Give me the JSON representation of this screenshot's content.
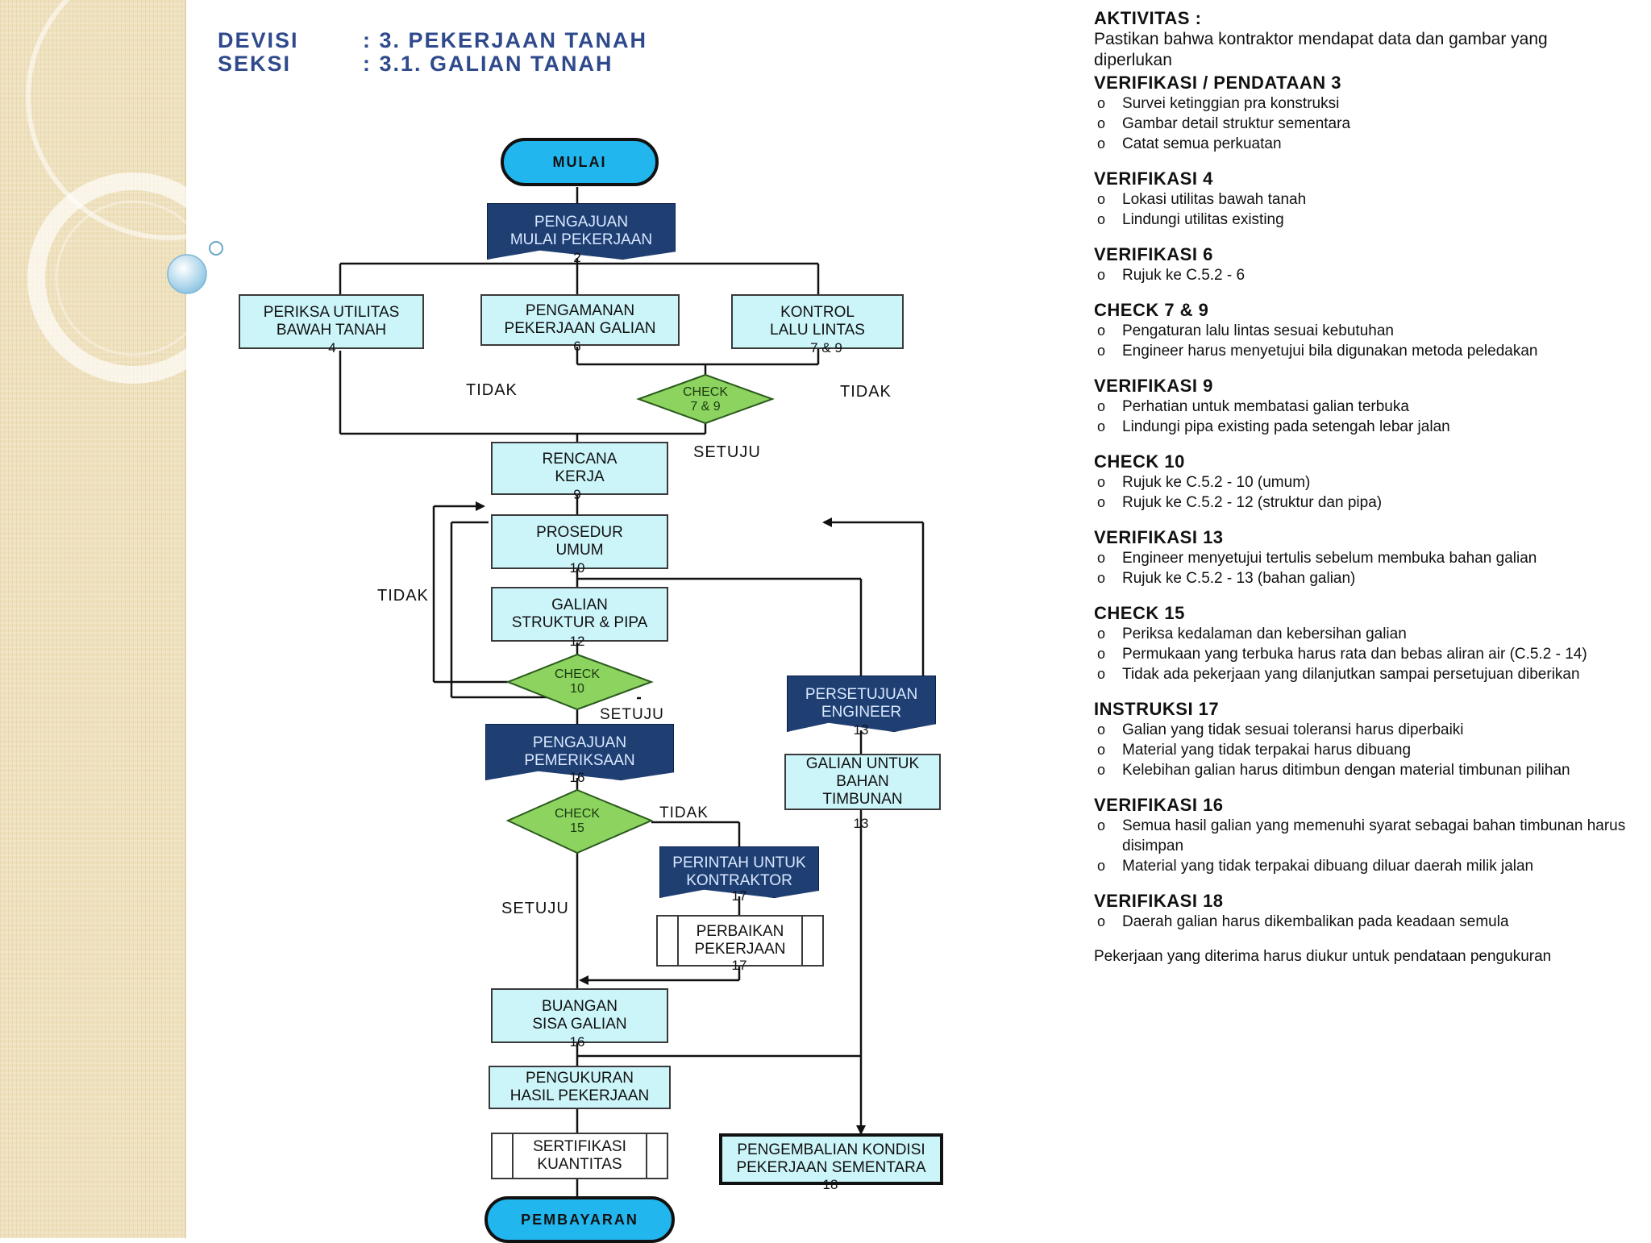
{
  "header": {
    "division_label": "DEVISI",
    "division_value": ": 3. PEKERJAAN TANAH",
    "section_label": "SEKSI",
    "section_value": ": 3.1. GALIAN TANAH"
  },
  "flowchart": {
    "start": "MULAI",
    "n2": {
      "l1": "PENGAJUAN",
      "l2": "MULAI PEKERJAAN",
      "num": "2"
    },
    "n4": {
      "l1": "PERIKSA UTILITAS",
      "l2": "BAWAH TANAH",
      "num": "4"
    },
    "n6": {
      "l1": "PENGAMANAN",
      "l2": "PEKERJAAN GALIAN",
      "num": "6"
    },
    "n79": {
      "l1": "KONTROL",
      "l2": "LALU LINTAS",
      "num": "7 & 9"
    },
    "c79": {
      "l1": "CHECK",
      "l2": "7 & 9"
    },
    "n9": {
      "l1": "RENCANA",
      "l2": "KERJA",
      "num": "9"
    },
    "n10": {
      "l1": "PROSEDUR",
      "l2": "UMUM",
      "num": "10"
    },
    "n12": {
      "l1": "GALIAN",
      "l2": "STRUKTUR & PIPA",
      "num": "12"
    },
    "c10": {
      "l1": "CHECK",
      "l2": "10"
    },
    "n13a": {
      "l1": "PERSETUJUAN",
      "l2": "ENGINEER",
      "num": "13"
    },
    "n13b": {
      "l1": "GALIAN UNTUK",
      "l2": "BAHAN",
      "l3": "TIMBUNAN",
      "num": "13"
    },
    "n16a": {
      "l1": "PENGAJUAN",
      "l2": "PEMERIKSAAN",
      "num": "16"
    },
    "c15": {
      "l1": "CHECK",
      "l2": "15"
    },
    "n17a": {
      "l1": "PERINTAH UNTUK",
      "l2": "KONTRAKTOR",
      "num": "17"
    },
    "n17b": {
      "l1": "PERBAIKAN",
      "l2": "PEKERJAAN",
      "num": "17"
    },
    "n16b": {
      "l1": "BUANGAN",
      "l2": "SISA GALIAN",
      "num": "16"
    },
    "n_meas": {
      "l1": "PENGUKURAN",
      "l2": "HASIL PEKERJAAN"
    },
    "n_cert": {
      "l1": "SERTIFIKASI",
      "l2": "KUANTITAS"
    },
    "n18": {
      "l1": "PENGEMBALIAN KONDISI",
      "l2": "PEKERJAAN SEMENTARA",
      "num": "18"
    },
    "end": "PEMBAYARAN",
    "labels": {
      "tidak_1": "TIDAK",
      "tidak_2": "TIDAK",
      "setuju_1": "SETUJU",
      "tidak_3": "TIDAK",
      "setuju_2": "SETUJU",
      "tidak_4": "TIDAK",
      "setuju_3": "SETUJU"
    }
  },
  "notes": {
    "aktivitas": {
      "title": "AKTIVITAS :",
      "text": "Pastikan bahwa kontraktor mendapat data dan gambar yang diperlukan"
    },
    "sections": [
      {
        "title": "VERIFIKASI / PENDATAAN  3",
        "items": [
          "Survei ketinggian pra konstruksi",
          "Gambar detail struktur sementara",
          "Catat semua perkuatan"
        ]
      },
      {
        "title": "VERIFIKASI  4",
        "items": [
          "Lokasi utilitas bawah tanah",
          "Lindungi utilitas existing"
        ]
      },
      {
        "title": "VERIFIKASI  6",
        "items": [
          "Rujuk ke C.5.2 - 6"
        ]
      },
      {
        "title": "CHECK  7 & 9",
        "items": [
          "Pengaturan lalu lintas sesuai kebutuhan",
          "Engineer harus menyetujui bila digunakan metoda peledakan"
        ]
      },
      {
        "title": "VERIFIKASI  9",
        "items": [
          "Perhatian untuk membatasi galian terbuka",
          "Lindungi pipa existing pada setengah lebar jalan"
        ]
      },
      {
        "title": "CHECK  10",
        "items": [
          "Rujuk ke C.5.2 - 10 (umum)",
          "Rujuk ke C.5.2 - 12 (struktur dan pipa)"
        ]
      },
      {
        "title": "VERIFIKASI  13",
        "items": [
          "Engineer menyetujui tertulis sebelum membuka bahan galian",
          "Rujuk ke C.5.2 - 13 (bahan galian)"
        ]
      },
      {
        "title": "CHECK  15",
        "items": [
          "Periksa kedalaman dan kebersihan galian",
          "Permukaan yang terbuka harus rata dan bebas aliran air (C.5.2 - 14)",
          "Tidak ada pekerjaan yang dilanjutkan sampai persetujuan diberikan"
        ]
      },
      {
        "title": "INSTRUKSI  17",
        "items": [
          "Galian yang tidak sesuai toleransi harus diperbaiki",
          "Material yang tidak terpakai harus dibuang",
          "Kelebihan galian harus ditimbun dengan material timbunan pilihan"
        ]
      },
      {
        "title": "VERIFIKASI  16",
        "items": [
          "Semua hasil galian yang memenuhi syarat sebagai bahan timbunan harus disimpan",
          "Material yang tidak terpakai dibuang diluar daerah milik jalan"
        ]
      },
      {
        "title": "VERIFIKASI  18",
        "items": [
          "Daerah galian harus dikembalikan pada keadaan semula"
        ]
      }
    ],
    "footer": "Pekerjaan yang diterima harus diukur untuk pendataan pengukuran"
  },
  "colors": {
    "sidebar": "#efe1bd",
    "heading": "#2f4a8c",
    "process_fill": "#ccf5fa",
    "document_fill": "#1f3f73",
    "decision_fill": "#8dd35f",
    "terminal_fill": "#22b6ee"
  }
}
